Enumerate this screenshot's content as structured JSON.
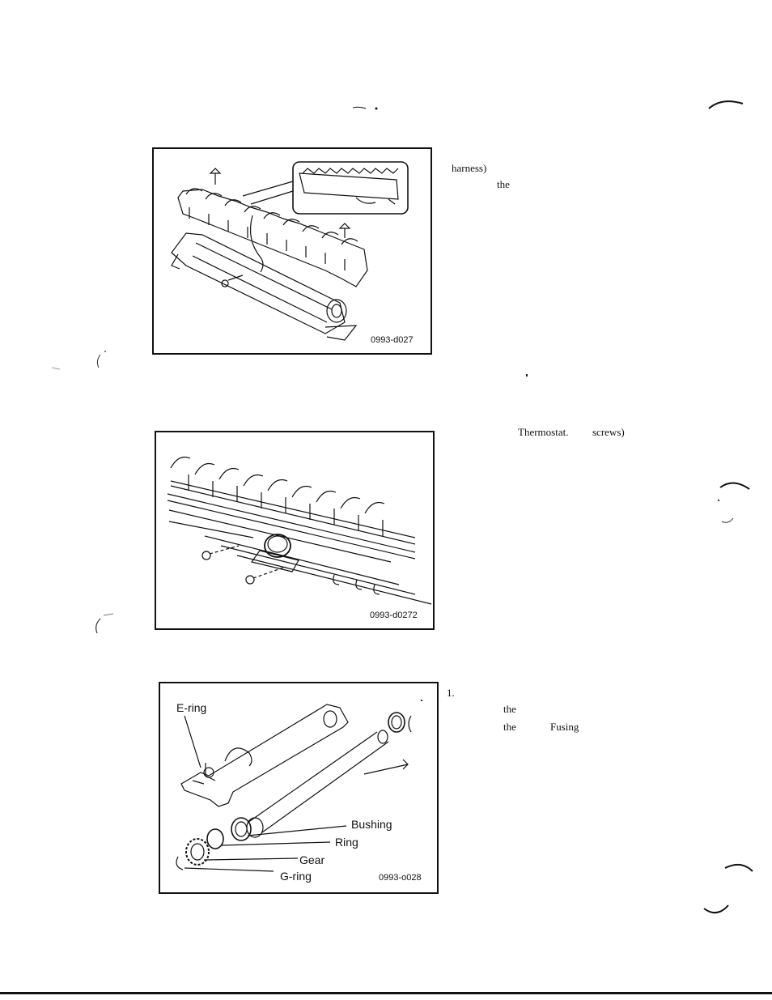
{
  "figures": [
    {
      "id": "0993-d027"
    },
    {
      "id": "0993-d0272"
    },
    {
      "id": "0993-o028",
      "callouts": {
        "e_ring": "E-ring",
        "bushing": "Bushing",
        "ring": "Ring",
        "gear": "Gear",
        "g_ring": "G-ring"
      }
    }
  ],
  "fragments": {
    "f1": "harness)",
    "f2": "the",
    "f3": "Thermostat.",
    "f4": "screws)",
    "f5": "1.",
    "f6": "the",
    "f7": "the",
    "f8": "Fusing"
  }
}
